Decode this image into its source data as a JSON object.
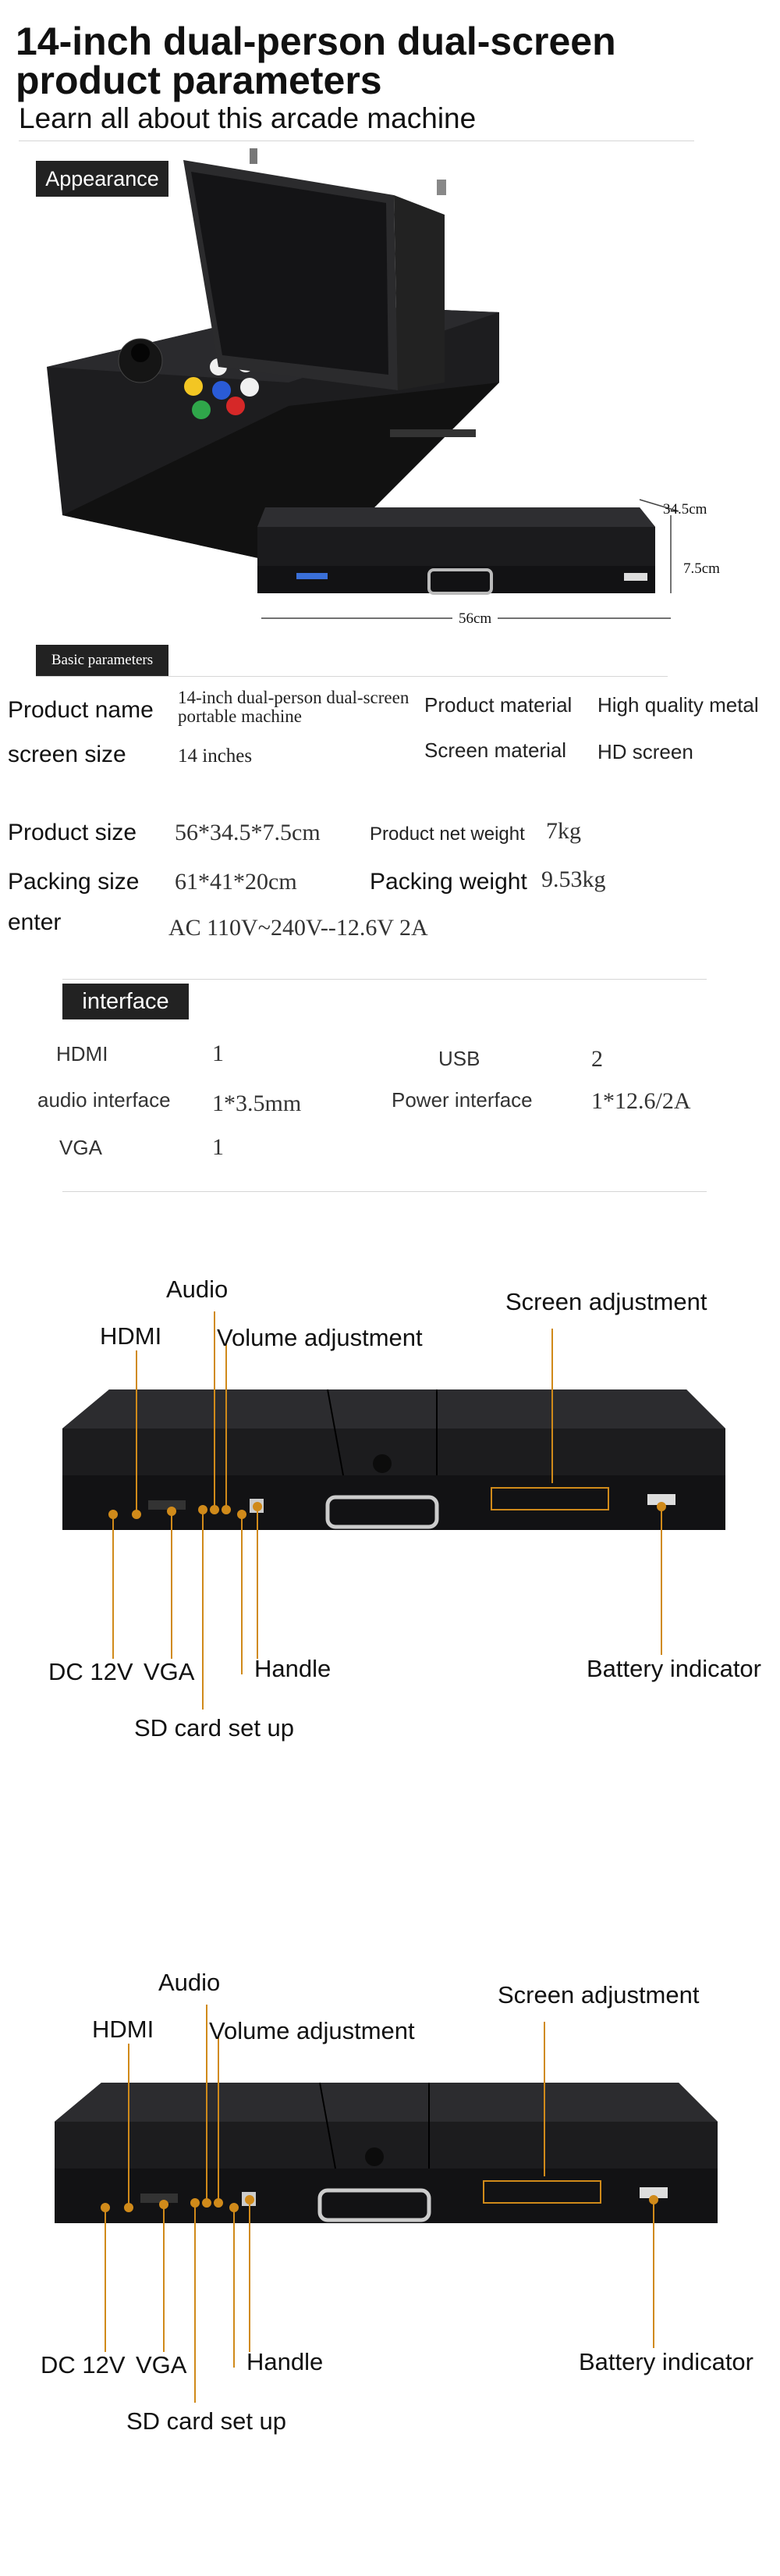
{
  "header": {
    "title": "14-inch dual-person dual-screen product parameters",
    "subtitle": "Learn all about this arcade machine"
  },
  "appearance": {
    "tag": "Appearance",
    "dims": {
      "depth": "34.5cm",
      "height": "7.5cm",
      "width": "56cm"
    }
  },
  "basic": {
    "tag": "Basic parameters",
    "product_name_label": "Product name",
    "product_name_value": "14-inch dual-person dual-screen portable machine",
    "product_material_label": "Product material",
    "product_material_value": "High quality metal",
    "screen_size_label": "screen size",
    "screen_size_value": "14 inches",
    "screen_material_label": "Screen material",
    "screen_material_value": "HD screen",
    "product_size_label": "Product size",
    "product_size_value": "56*34.5*7.5cm",
    "net_weight_label": "Product net weight",
    "net_weight_value": "7kg",
    "packing_size_label": "Packing size",
    "packing_size_value": "61*41*20cm",
    "packing_weight_label": "Packing weight",
    "packing_weight_value": "9.53kg",
    "enter_label": "enter",
    "enter_value": "AC  110V~240V--12.6V 2A"
  },
  "interface": {
    "tag": "interface",
    "hdmi_label": "HDMI",
    "hdmi_value": "1",
    "usb_label": "USB",
    "usb_value": "2",
    "audio_label": "audio interface",
    "audio_value": "1*3.5mm",
    "power_label": "Power interface",
    "power_value": "1*12.6/2A",
    "vga_label": "VGA",
    "vga_value": "1"
  },
  "ports": {
    "audio": "Audio",
    "hdmi": "HDMI",
    "volume": "Volume adjustment",
    "screen": "Screen adjustment",
    "dc": "DC 12V",
    "vga": "VGA",
    "handle": "Handle",
    "battery": "Battery indicator",
    "sd": "SD card set up"
  },
  "colors": {
    "callout": "#d08a1a",
    "device": "#1c1c1e",
    "tag_bg": "#222222"
  }
}
